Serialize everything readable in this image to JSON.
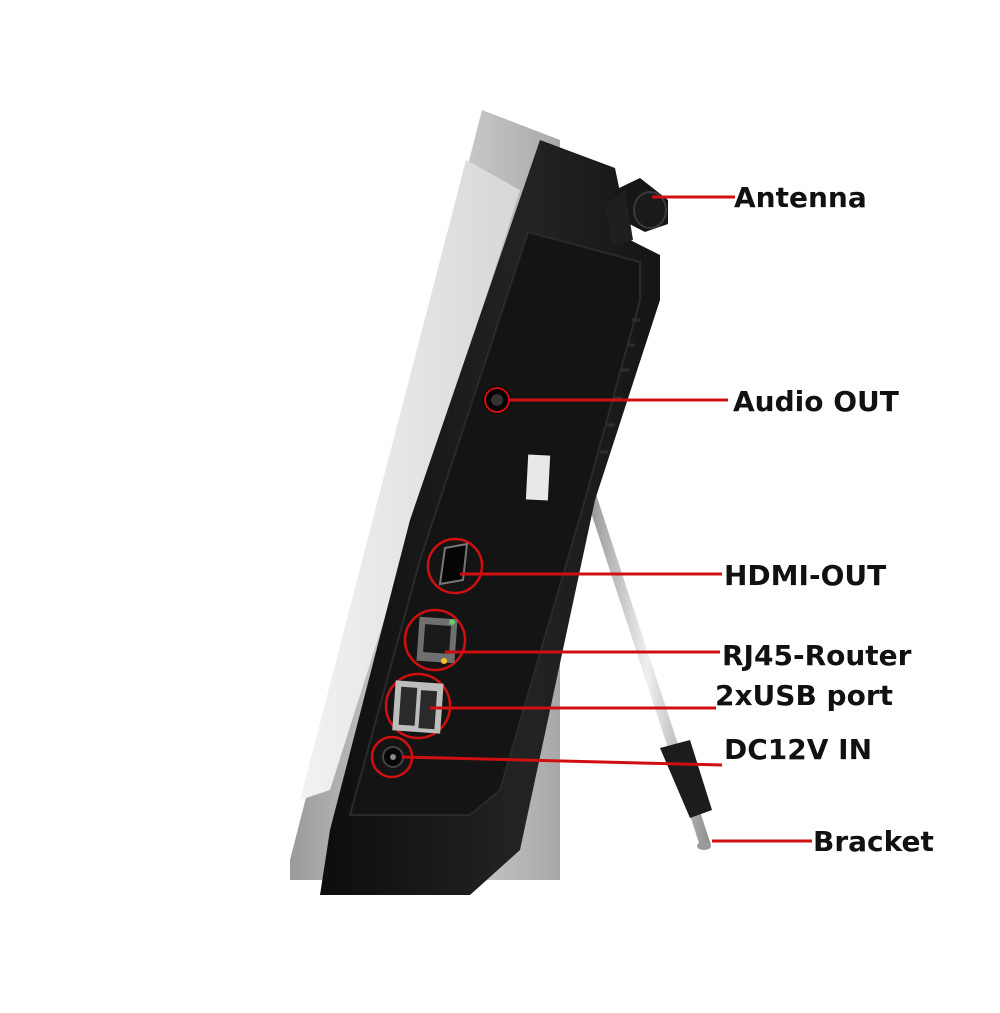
{
  "labels": {
    "antenna": "Antenna",
    "audio_out": "Audio OUT",
    "hdmi_out": "HDMI-OUT",
    "rj45_router": "RJ45-Router",
    "usb_port": "2xUSB port",
    "dc_in": "DC12V IN",
    "bracket": "Bracket"
  },
  "colors": {
    "leader_line": "#d01010",
    "body": "#1a1a1a",
    "bezel": "#b9b9b9",
    "screen": "#e4e4e4"
  }
}
